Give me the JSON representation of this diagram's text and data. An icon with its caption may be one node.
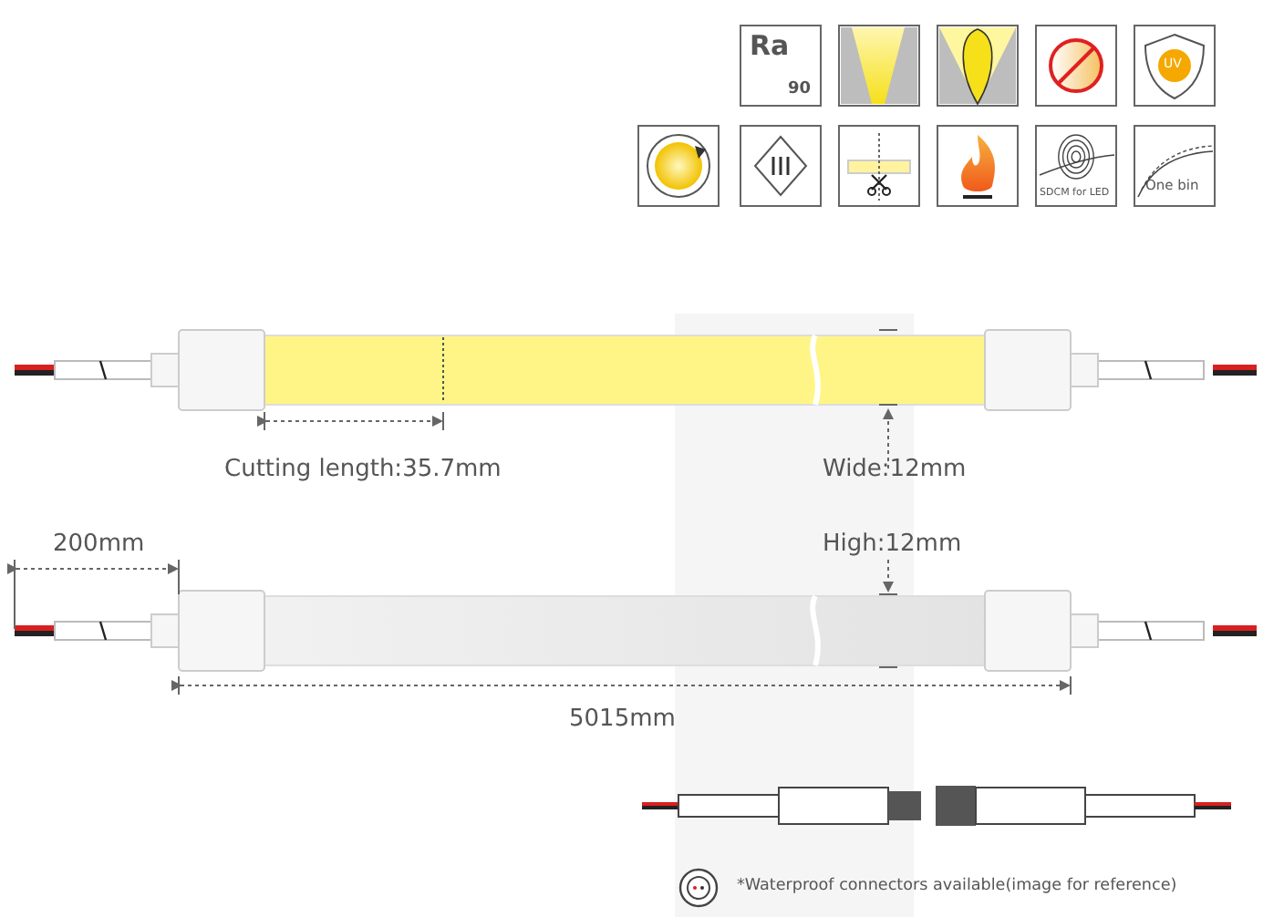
{
  "diagram": {
    "labels": [
      "Ra",
      "90",
      "UV",
      "SDCM for LED",
      "One bin",
      "Cutting length:35.7mm",
      "Wide:12mm",
      "200mm",
      "High:12mm",
      "5015mm",
      "*Waterproof connectors available(image for reference)"
    ]
  }
}
